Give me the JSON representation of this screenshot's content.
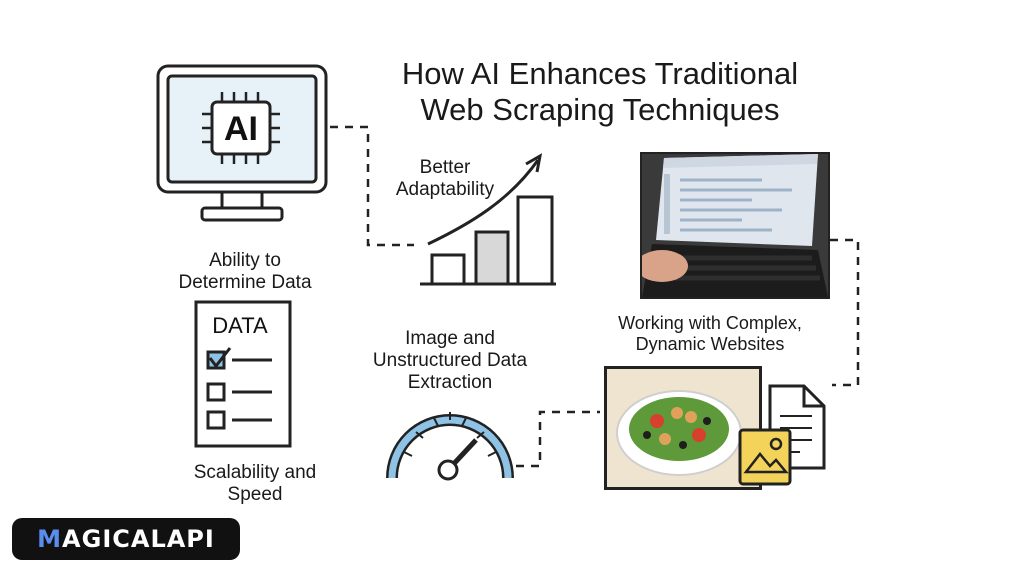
{
  "title": {
    "line1": "How AI Enhances Traditional",
    "line2": "Web Scraping Techniques"
  },
  "labels": {
    "adaptability_1": "Better",
    "adaptability_2": "Adaptability",
    "ability_1": "Ability to",
    "ability_2": "Determine Data",
    "image_1": "Image and",
    "image_2": "Unstructured Data",
    "image_3": "Extraction",
    "complex_1": "Working with Complex,",
    "complex_2": "Dynamic Websites",
    "scalability_1": "Scalability and",
    "scalability_2": "Speed"
  },
  "ai_monitor": {
    "chip_text": "AI"
  },
  "data_document": {
    "heading": "DATA",
    "checked_items": 1,
    "total_items": 3
  },
  "logo": {
    "first_letter": "M",
    "rest": "AGICALAPI"
  },
  "colors": {
    "accent_blue": "#8ec3e6",
    "screen_fill": "#e6f2f8",
    "image_icon_yellow": "#f3d35a",
    "outline": "#222222"
  }
}
